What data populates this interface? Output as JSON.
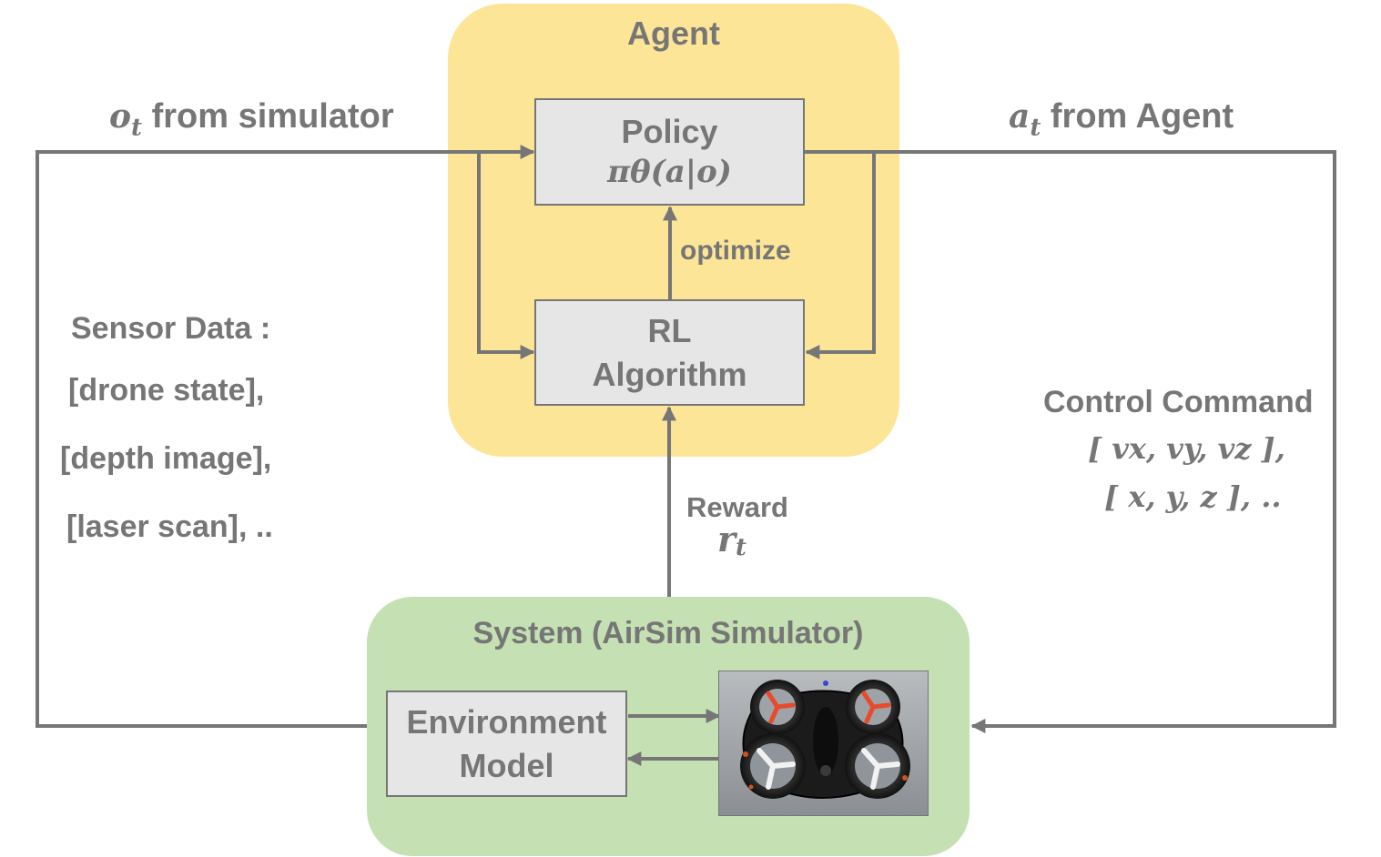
{
  "agent": {
    "title": "Agent"
  },
  "policy": {
    "label": "Policy",
    "formula": "πθ(a|o)"
  },
  "rl": {
    "line1": "RL",
    "line2": "Algorithm"
  },
  "optimize_label": "optimize",
  "observation_label": {
    "symbol": "o",
    "subscript": "t",
    "text": "from simulator"
  },
  "action_label": {
    "symbol": "a",
    "subscript": "t",
    "text": "from Agent"
  },
  "sensor": {
    "title": "Sensor Data :",
    "items": [
      "[drone state],",
      "[depth image],",
      "[laser scan], .."
    ]
  },
  "control": {
    "title": "Control Command",
    "line1": "[ vx, vy, vz ],",
    "line2": "[ x, y, z ], .."
  },
  "reward": {
    "label": "Reward",
    "symbol": "r",
    "subscript": "t"
  },
  "system": {
    "title": "System (AirSim Simulator)"
  },
  "environment": {
    "line1": "Environment",
    "line2": "Model"
  },
  "drone_image": {
    "icon": "quadcopter-drone-image"
  },
  "colors": {
    "agent_bg": "#fde598",
    "system_bg": "#c5e0b3",
    "box_bg": "#e7e6e6",
    "text": "#767676",
    "line": "#767676"
  }
}
